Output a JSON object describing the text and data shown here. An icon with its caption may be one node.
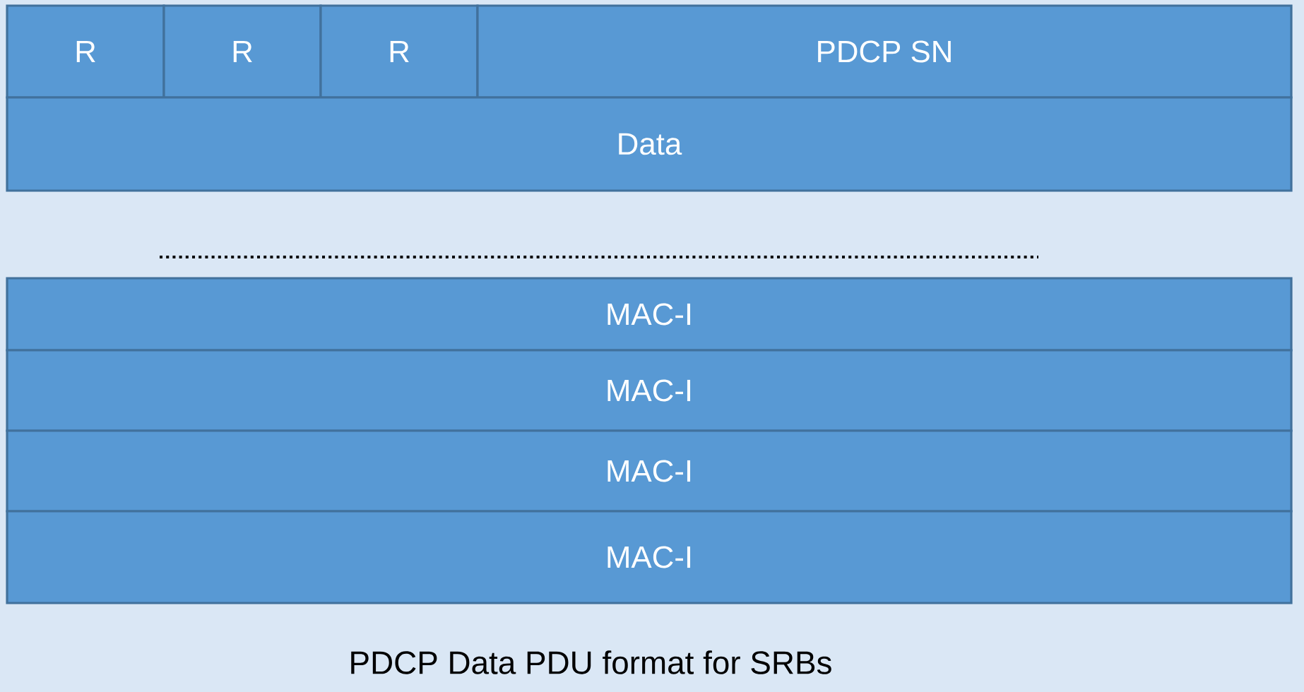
{
  "diagram": {
    "caption": "PDCP Data PDU format for SRBs",
    "nodes": [
      {
        "text": [
          "R"
        ]
      },
      {
        "text": [
          "R"
        ]
      },
      {
        "text": [
          "R"
        ]
      },
      {
        "text": [
          "PDCP SN"
        ]
      },
      {
        "text": [
          "Data"
        ]
      },
      {
        "text": [
          "MAC-I"
        ]
      },
      {
        "text": [
          "MAC-I"
        ]
      },
      {
        "text": [
          "MAC-I"
        ]
      },
      {
        "text": [
          "MAC-I"
        ]
      }
    ]
  }
}
